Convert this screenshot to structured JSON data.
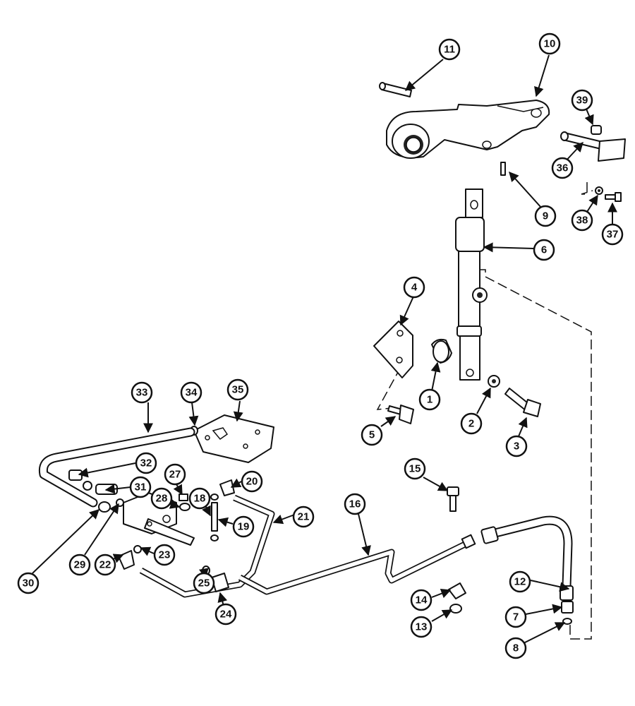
{
  "diagram": {
    "labels": {
      "c1": "1",
      "c2": "2",
      "c3": "3",
      "c4": "4",
      "c5": "5",
      "c6": "6",
      "c7": "7",
      "c8": "8",
      "c9": "9",
      "c10": "10",
      "c11": "11",
      "c12": "12",
      "c13": "13",
      "c14": "14",
      "c15": "15",
      "c16": "16",
      "c18": "18",
      "c19": "19",
      "c20": "20",
      "c21": "21",
      "c22": "22",
      "c23": "23",
      "c24": "24",
      "c25": "25",
      "c27": "27",
      "c28": "28",
      "c29": "29",
      "c30": "30",
      "c31": "31",
      "c32": "32",
      "c33": "33",
      "c34": "34",
      "c35": "35",
      "c36": "36",
      "c37": "37",
      "c38": "38",
      "c39": "39"
    }
  }
}
